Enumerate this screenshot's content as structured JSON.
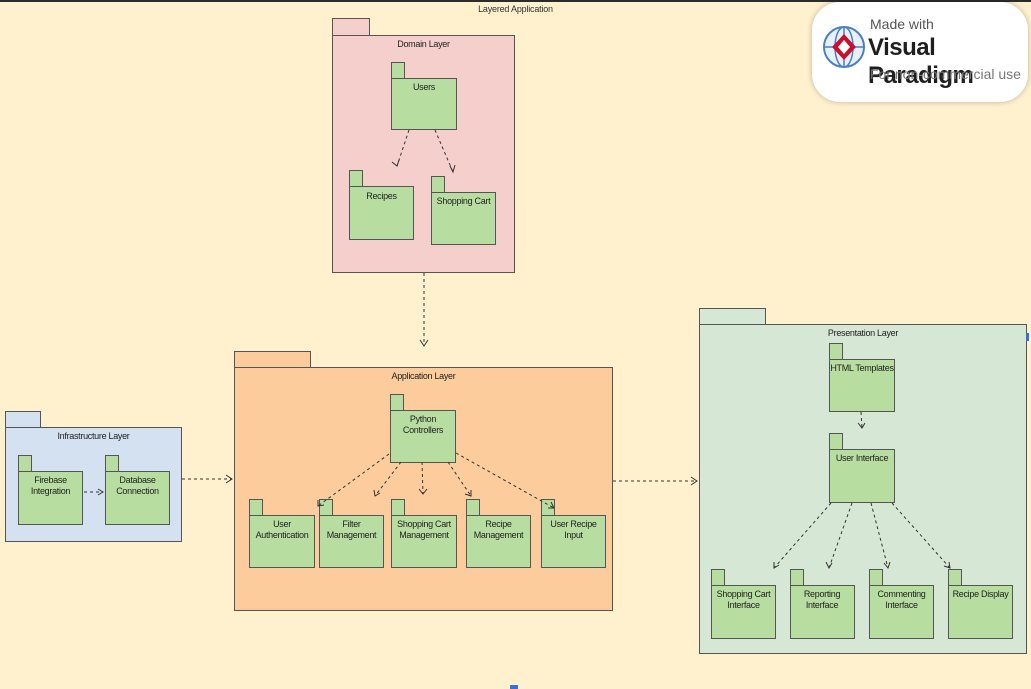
{
  "diagram": {
    "title": "Layered Application",
    "logo": {
      "line1": "Made with",
      "line2": "Visual Paradigm",
      "line3": "For non-commercial use"
    },
    "colors": {
      "background": "#fff1ce",
      "domain_layer": "#f5cfcc",
      "application_layer": "#fdcc9d",
      "infrastructure_layer": "#d4e1f1",
      "presentation_layer": "#d6e7d6",
      "package": "#b7dea0"
    },
    "layers": {
      "domain": {
        "label": "Domain Layer",
        "packages": {
          "users": "Users",
          "recipes": "Recipes",
          "shopping_cart": "Shopping Cart"
        }
      },
      "application": {
        "label": "Application Layer",
        "packages": {
          "python_controllers": "Python\nControllers",
          "user_authentication": "User\nAuthentication",
          "filter_management": "Filter\nManagement",
          "shopping_cart_management": "Shopping Cart\nManagement",
          "recipe_management": "Recipe\nManagement",
          "user_recipe_input": "User Recipe\nInput"
        }
      },
      "infrastructure": {
        "label": "Infrastructure Layer",
        "packages": {
          "firebase_integration": "Firebase\nIntegration",
          "database_connection": "Database\nConnection"
        }
      },
      "presentation": {
        "label": "Presentation Layer",
        "packages": {
          "html_templates": "HTML Templates",
          "user_interface": "User Interface",
          "shopping_cart_interface": "Shopping Cart\nInterface",
          "reporting_interface": "Reporting Interface",
          "commenting_interface": "Commenting\nInterface",
          "recipe_display": "Recipe Display"
        }
      }
    }
  }
}
